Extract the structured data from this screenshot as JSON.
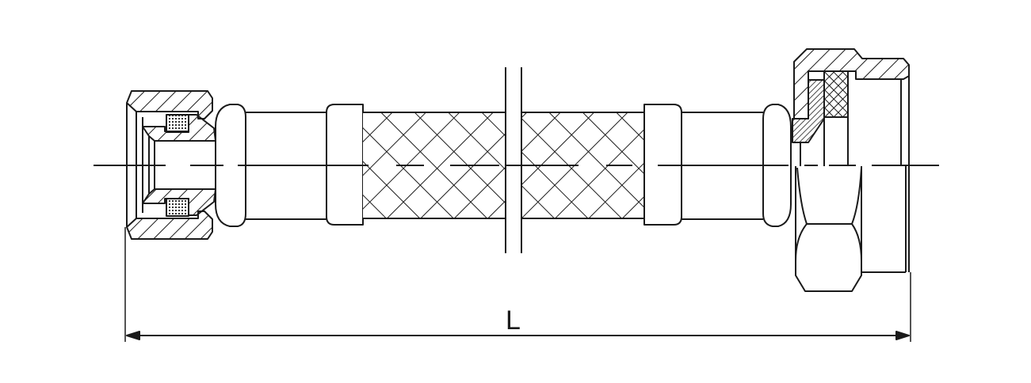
{
  "drawing": {
    "title": "Braided flexible hose assembly - sectional drawing",
    "dimension_label": "L",
    "colors": {
      "line": "#1a1a1a",
      "background": "#ffffff"
    },
    "parts": [
      {
        "name": "left-nut",
        "section": "hatched"
      },
      {
        "name": "left-seal",
        "section": "dotted"
      },
      {
        "name": "left-insert",
        "section": "hatched"
      },
      {
        "name": "left-ferrule"
      },
      {
        "name": "left-sleeve"
      },
      {
        "name": "left-crimp-collar"
      },
      {
        "name": "braided-hose",
        "pattern": "crosshatch",
        "break": true
      },
      {
        "name": "right-crimp-collar"
      },
      {
        "name": "right-sleeve"
      },
      {
        "name": "right-ferrule"
      },
      {
        "name": "right-nut",
        "section": "hatched",
        "shape": "hex"
      },
      {
        "name": "right-seal",
        "section": "crosshatch"
      },
      {
        "name": "right-washer",
        "section": "fine-hatched"
      }
    ]
  }
}
